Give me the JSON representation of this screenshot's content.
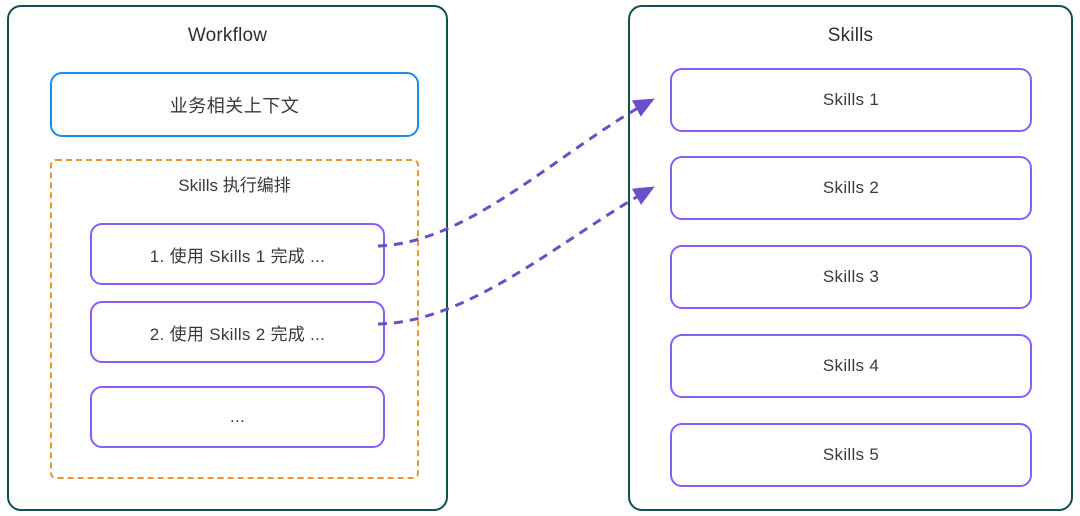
{
  "diagram": {
    "background": "#ffffff",
    "panel_border_color": "#11504e",
    "context_border_color": "#1a8cf0",
    "group_border_color": "#e8962e",
    "box_border_color": "#8b5cf6",
    "connector_color": "#6b4fc9",
    "text_color": "#3a3a3e"
  },
  "workflow": {
    "title": "Workflow",
    "context": {
      "label": "业务相关上下文"
    },
    "orchestration": {
      "title": "Skills 执行编排",
      "steps": [
        {
          "label": "1. 使用 Skills 1 完成 ..."
        },
        {
          "label": "2. 使用 Skills 2 完成 ..."
        },
        {
          "label": "..."
        }
      ]
    }
  },
  "skills": {
    "title": "Skills",
    "items": [
      {
        "label": "Skills 1"
      },
      {
        "label": "Skills 2"
      },
      {
        "label": "Skills 3"
      },
      {
        "label": "Skills 4"
      },
      {
        "label": "Skills 5"
      }
    ]
  },
  "connectors": [
    {
      "name": "step-1-to-skills-1",
      "from": "step-0",
      "to": "skill-0",
      "style": "dashed",
      "arrowhead": "triangle"
    },
    {
      "name": "step-2-to-skills-2",
      "from": "step-1",
      "to": "skill-1",
      "style": "dashed",
      "arrowhead": "triangle"
    }
  ]
}
